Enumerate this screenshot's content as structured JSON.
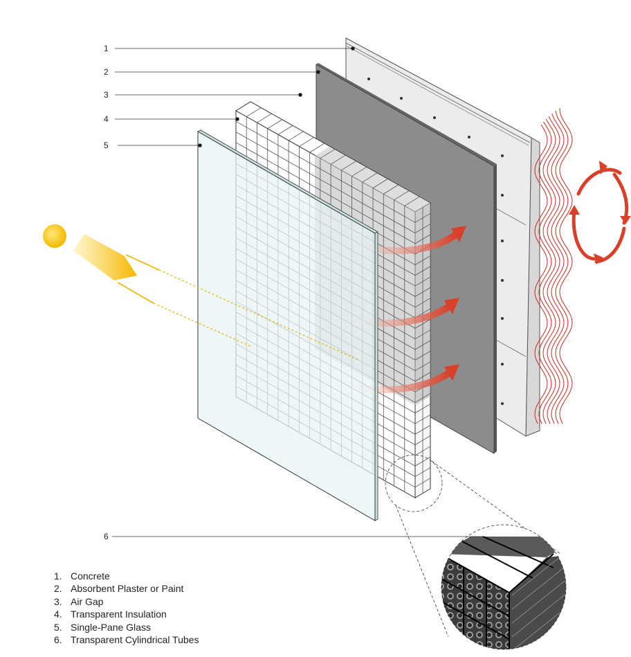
{
  "callouts": [
    "1",
    "2",
    "3",
    "4",
    "5",
    "6"
  ],
  "legend": [
    {
      "num": "1.",
      "text": "Concrete"
    },
    {
      "num": "2.",
      "text": "Absorbent Plaster or Paint"
    },
    {
      "num": "3.",
      "text": "Air Gap"
    },
    {
      "num": "4.",
      "text": "Transparent Insulation"
    },
    {
      "num": "5.",
      "text": "Single-Pane Glass"
    },
    {
      "num": "6.",
      "text": "Transparent Cylindrical Tubes"
    }
  ],
  "colors": {
    "concrete": "#ececec",
    "plaster": "#8c8c8c",
    "glass": "#e6f4f5",
    "heat_arrows": "#d9402a",
    "sun": "#f2c200",
    "sun_ray": "#f0b400",
    "wavy_heat": "#cc2a1e"
  }
}
